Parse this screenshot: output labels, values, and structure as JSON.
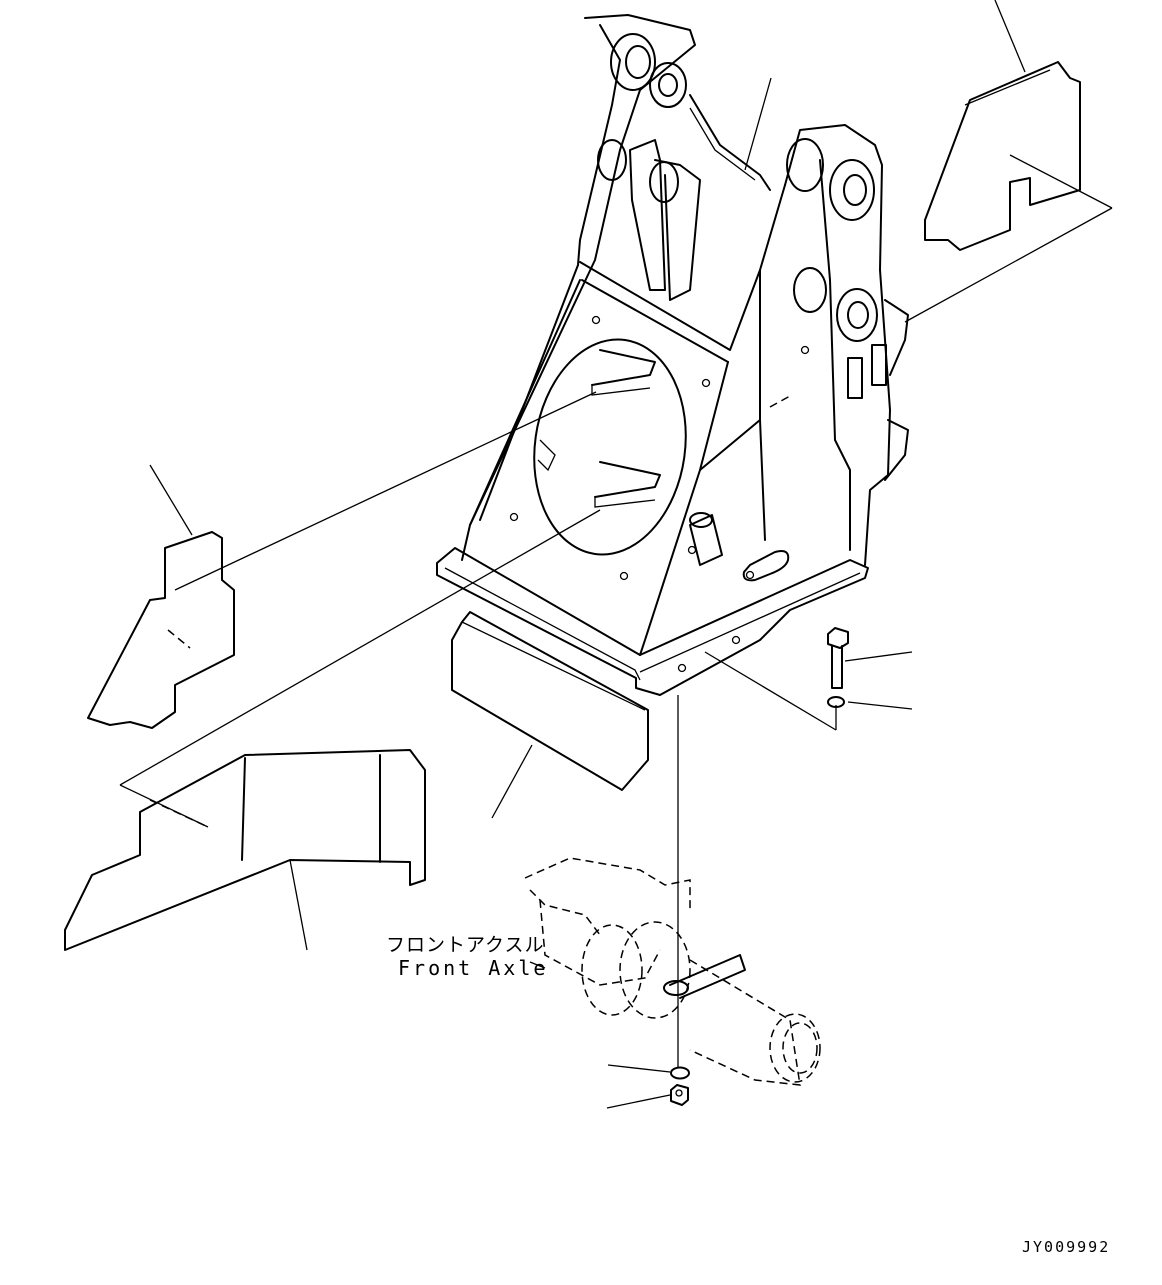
{
  "front_axle_label_jp": "フロントアクスル",
  "front_axle_label_en": "Front Axle",
  "drawing_code": "JY009992"
}
